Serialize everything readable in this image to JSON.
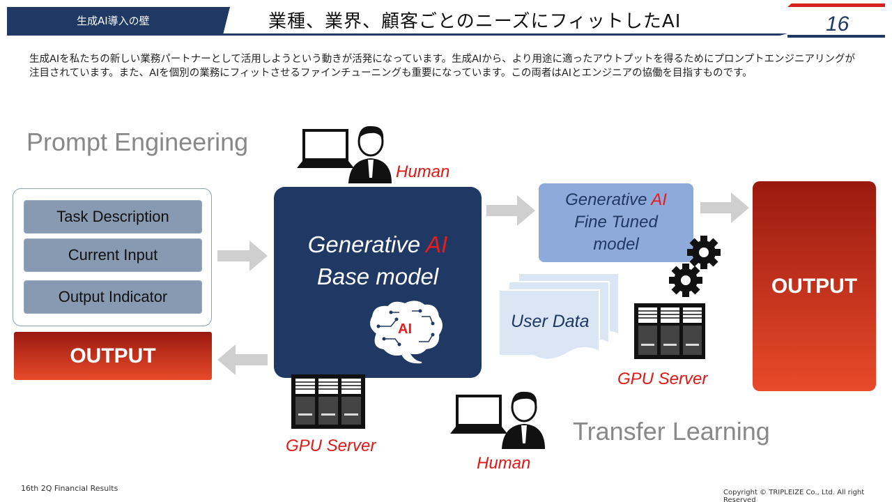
{
  "header": {
    "section_tag": "生成AI導入の壁",
    "title": "業種、業界、顧客ごとのニーズにフィットしたAI",
    "page_number": "16"
  },
  "intro": "生成AIを私たちの新しい業務パートナーとして活用しようという動きが活発になっています。生成AIから、より用途に適ったアウトプットを得るためにプロンプトエンジニアリングが注目されています。また、AIを個別の業務にフィットさせるファインチューニングも重要になっています。この両者はAIとエンジニアの協働を目指すものです。",
  "prompt_engineering": {
    "heading": "Prompt Engineering",
    "items": [
      "Task Description",
      "Current Input",
      "Output Indicator"
    ],
    "output_label": "OUTPUT"
  },
  "base_model": {
    "line1_prefix": "Generative ",
    "line1_accent": "AI",
    "line2": "Base model",
    "brain_label": "AI"
  },
  "fine_tuned": {
    "line1_prefix": "Generative ",
    "line1_accent": "AI",
    "line2": "Fine Tuned",
    "line3": "model"
  },
  "user_data": "User Data",
  "transfer_learning": {
    "heading": "Transfer Learning",
    "output_label": "OUTPUT"
  },
  "labels": {
    "human_top": "Human",
    "human_bottom": "Human",
    "gpu_server_left": "GPU Server",
    "gpu_server_right": "GPU Server"
  },
  "colors": {
    "navy": "#1f3864",
    "accent_red": "#e01818",
    "light_blue": "#8eaadb",
    "arrow_gray": "#cccccc"
  },
  "footer": {
    "left": "16th 2Q Financial Results",
    "right": "Copyright © TRIPLEIZE Co., Ltd.  All right Reserved"
  }
}
